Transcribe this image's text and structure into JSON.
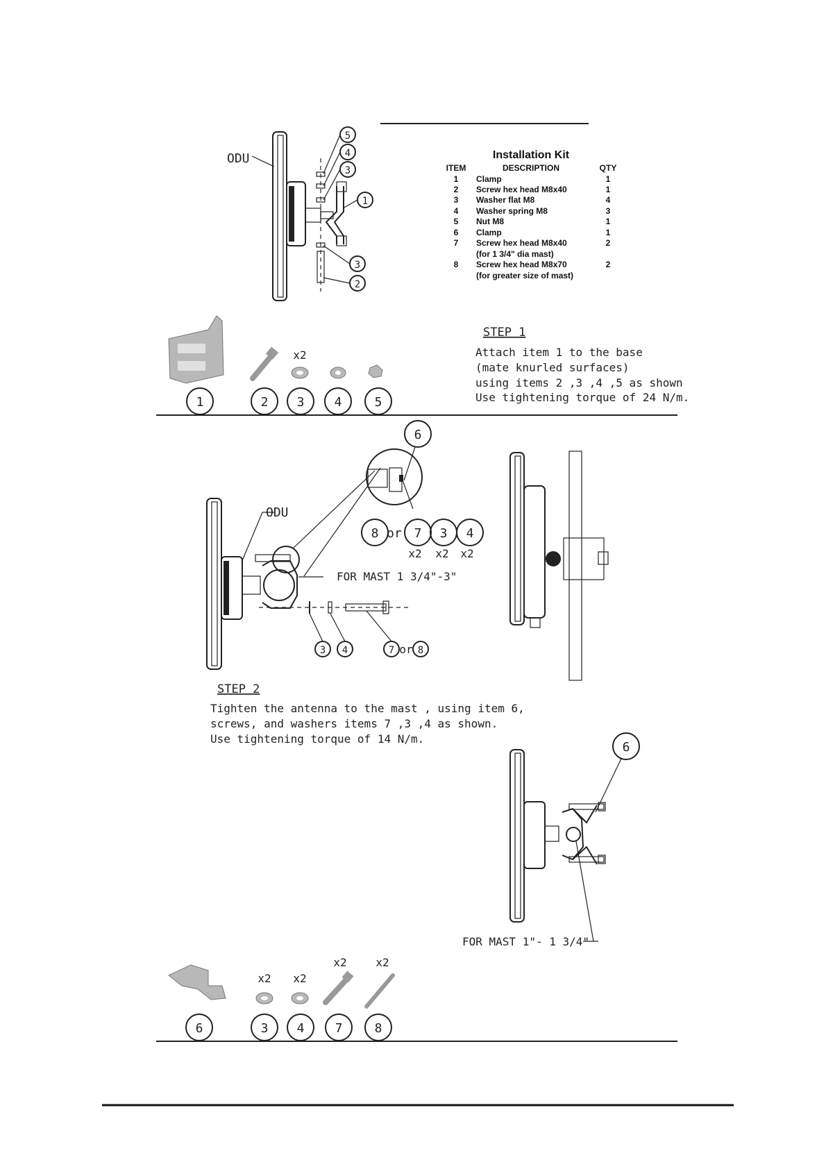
{
  "kit": {
    "title": "Installation Kit",
    "headers": {
      "item": "ITEM",
      "description": "DESCRIPTION",
      "qty": "QTY"
    },
    "rows": [
      {
        "item": "1",
        "description": "Clamp",
        "qty": "1"
      },
      {
        "item": "2",
        "description": "Screw hex head M8x40",
        "qty": "1"
      },
      {
        "item": "3",
        "description": "Washer flat M8",
        "qty": "4"
      },
      {
        "item": "4",
        "description": "Washer spring M8",
        "qty": "3"
      },
      {
        "item": "5",
        "description": "Nut M8",
        "qty": "1"
      },
      {
        "item": "6",
        "description": "Clamp",
        "qty": "1"
      },
      {
        "item": "7",
        "description": "Screw hex head M8x40",
        "qty": "2"
      },
      {
        "item": "",
        "description": "(for 1 3/4\" dia mast)",
        "qty": ""
      },
      {
        "item": "8",
        "description": "Screw hex head M8x70",
        "qty": "2"
      },
      {
        "item": "",
        "description": "(for greater size of mast)",
        "qty": ""
      }
    ]
  },
  "odu_label": "ODU",
  "step1": {
    "title": "STEP 1",
    "lines": [
      "Attach item 1 to the base",
      "(mate knurled surfaces)",
      "using items 2 ,3 ,4 ,5 as shown",
      "Use tightening torque of 24 N/m."
    ],
    "callouts": [
      "5",
      "4",
      "3",
      "1",
      "3",
      "2"
    ],
    "parts": [
      {
        "num": "1",
        "qty": ""
      },
      {
        "num": "2",
        "qty": ""
      },
      {
        "num": "3",
        "qty": "x2"
      },
      {
        "num": "4",
        "qty": ""
      },
      {
        "num": "5",
        "qty": ""
      }
    ]
  },
  "step2": {
    "title": "STEP 2",
    "lines": [
      "Tighten the antenna to the mast , using item 6,",
      "screws, and washers items 7 ,3 ,4 as shown.",
      "Use tightening torque of 14 N/m."
    ],
    "mast_large": "FOR MAST 1 3/4\"-3\"",
    "mast_small": "FOR MAST 1\"- 1 3/4\"",
    "or_text": "or",
    "callout_6": "6",
    "screw_set": [
      {
        "num": "8",
        "qty": ""
      },
      {
        "num": "7",
        "qty": "x2"
      },
      {
        "num": "3",
        "qty": "x2"
      },
      {
        "num": "4",
        "qty": "x2"
      }
    ],
    "bottom_callouts": [
      "3",
      "4",
      "7",
      "8"
    ],
    "parts": [
      {
        "num": "6",
        "qty": ""
      },
      {
        "num": "3",
        "qty": "x2"
      },
      {
        "num": "4",
        "qty": "x2"
      },
      {
        "num": "7",
        "qty": "x2"
      },
      {
        "num": "8",
        "qty": "x2"
      }
    ]
  }
}
